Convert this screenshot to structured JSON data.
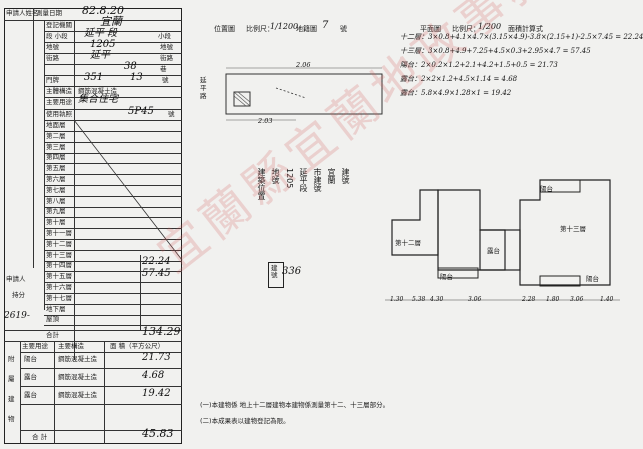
{
  "header": {
    "applicant_label": "申請人姓名",
    "survey_date_label": "測量日期",
    "survey_date_value": "82.8.20"
  },
  "form": {
    "office_label": "登記機關",
    "office_value": "宜蘭",
    "section_label": "段 小段",
    "section_value": "延平 段",
    "section_suffix": "小段",
    "lot_label": "地號",
    "lot_value": "1205",
    "lot_suffix": "地號",
    "street_label": "街路",
    "street_value": "延平",
    "street_suffix": "街路",
    "lane_value": "38",
    "lane_suffix": "巷",
    "no_label": "門牌",
    "no_value": "351",
    "no_value2": "13",
    "no_suffix": "號",
    "structure_label": "主體構造",
    "structure_value": "鋼筋混凝土造",
    "use_label": "主要用途",
    "use_value": "集合住宅",
    "permit_label": "使用執照",
    "permit_value": "5P45",
    "permit_suffix": "號",
    "floors": [
      "地面層",
      "第二層",
      "第三層",
      "第四層",
      "第五層",
      "第六層",
      "第七層",
      "第八層",
      "第九層",
      "第十層",
      "第十一層",
      "第十二層",
      "第十三層",
      "第十四層",
      "第十五層",
      "第十六層",
      "第十七層",
      "地下層",
      "屋頂"
    ],
    "floor_vals": {
      "f12": "22.24",
      "f13": "57.45"
    },
    "total_label": "合計",
    "total_value": "134.29",
    "area_unit_note": "面 積（平方公尺）",
    "annex_header_use": "主要用途",
    "annex_header_struct": "主要構造",
    "annex_rows": [
      {
        "use": "陽台",
        "struct": "鋼筋混凝土造",
        "area": "21.73"
      },
      {
        "use": "露台",
        "struct": "鋼筋混凝土造",
        "area": "4.68"
      },
      {
        "use": "露台",
        "struct": "鋼筋混凝土造",
        "area": "19.42"
      }
    ],
    "annex_total_label": "合 計",
    "annex_total_value": "45.83",
    "side_labels": [
      "附",
      "屬",
      "建",
      "物"
    ],
    "left_margin_lot": "2619-",
    "applicant_side": "申請人",
    "share_label": "持分"
  },
  "location": {
    "title": "位置圖",
    "scale_label": "比例尺：",
    "scale_value": "1/1200",
    "sheet_label": "地籍圖",
    "sheet_no": "7",
    "sheet_suffix": "號",
    "road_label": "延平路",
    "dim_top": "2.06",
    "dim_bot": "2.03"
  },
  "plan": {
    "title": "平面圖",
    "scale_label": "比例尺：",
    "scale_value": "1/200",
    "calc_label": "面積計算式",
    "formulas": [
      "十二層：3×0.8+4.1×4.7×(3.15×4.9)-3.8×(2.15+1)-2.5×7.45 = 22.24",
      "十三層：3×0.8+4.9+7.25+4.5×0.3+2.95×4.7 = 57.45",
      "陽台：2×0.2×1.2+2.1+4.2+1.5+0.5 = 21.73",
      "露台：2×2×1.2+4.5×1.14 = 4.68",
      "露台：5.8×4.9×1.28×1 = 19.42"
    ],
    "rooms": [
      "第十二層",
      "露台",
      "第十三層",
      "陽台",
      "陽台",
      "陽台"
    ],
    "dims": [
      "1.30",
      "5.38",
      "4.30",
      "3.06",
      "2.28",
      "1.80",
      "3.06",
      "1.40"
    ]
  },
  "vertical_text": {
    "col1": "建號",
    "col2": "宜蘭",
    "col3": "市建號",
    "col4": "延平段",
    "col5": "1205",
    "col6": "地號",
    "notice_a": "建築位置",
    "stamp_label": "建號",
    "stamp_value": "336"
  },
  "footnotes": [
    "(一)本建物係 地上十二層建物本建物係測量第十二、十三層部分。",
    "(二)本成果表以建物登記為限。"
  ],
  "watermark": "宜蘭縣宜蘭地政事務所"
}
